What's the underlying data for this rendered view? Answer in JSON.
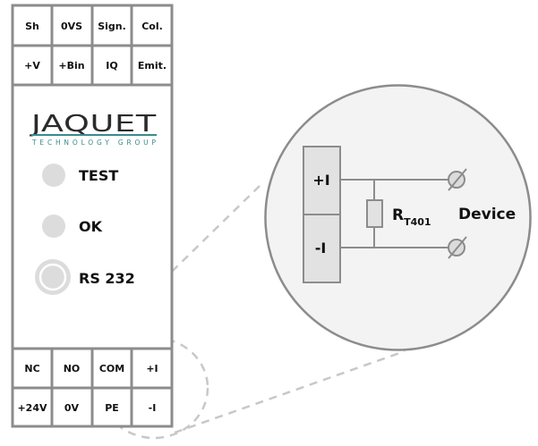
{
  "device": {
    "top_terminals": [
      [
        "Sh",
        "0VS",
        "Sign.",
        "Col."
      ],
      [
        "+V",
        "+Bin",
        "IQ",
        "Emit."
      ]
    ],
    "bottom_terminals": [
      [
        "NC",
        "NO",
        "COM",
        "+I"
      ],
      [
        "+24V",
        "0V",
        "PE",
        "-I"
      ]
    ],
    "logo": {
      "name": "JAQUET",
      "tagline": "TECHNOLOGY GROUP",
      "accent_color": "#3a8a8c"
    },
    "indicators": [
      {
        "label": "TEST",
        "type": "led"
      },
      {
        "label": "OK",
        "type": "led"
      },
      {
        "label": "RS 232",
        "type": "connector"
      }
    ]
  },
  "detail": {
    "terminals": [
      "+I",
      "-I"
    ],
    "resistor": {
      "symbol": "R",
      "subscript": "T401"
    },
    "device_label": "Device"
  },
  "colors": {
    "border": "#8c8c8c",
    "terminal_fill": "#e2e2e2",
    "circle_fill": "#f3f3f3",
    "led": "#dcdcdc",
    "dash": "#c8c8c8",
    "text": "#111111"
  }
}
